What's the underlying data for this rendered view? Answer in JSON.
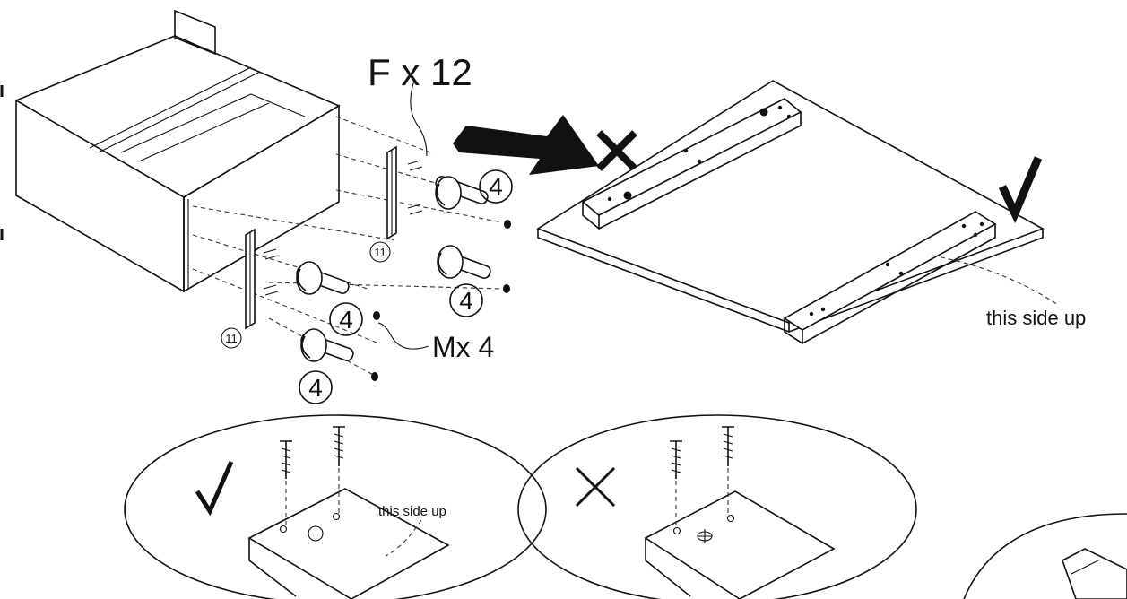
{
  "labels": {
    "fastener_f": "F x 12",
    "fastener_m": "Mx 4",
    "part_qty": "4",
    "part_ref": "11",
    "side_up_main": "this side up",
    "side_up_detail": "this side up"
  },
  "colors": {
    "ink": "#111111",
    "paper": "#ffffff"
  },
  "icons": {
    "correct": "check-mark-icon",
    "wrong": "x-mark-icon",
    "direction": "arrow-icon"
  }
}
